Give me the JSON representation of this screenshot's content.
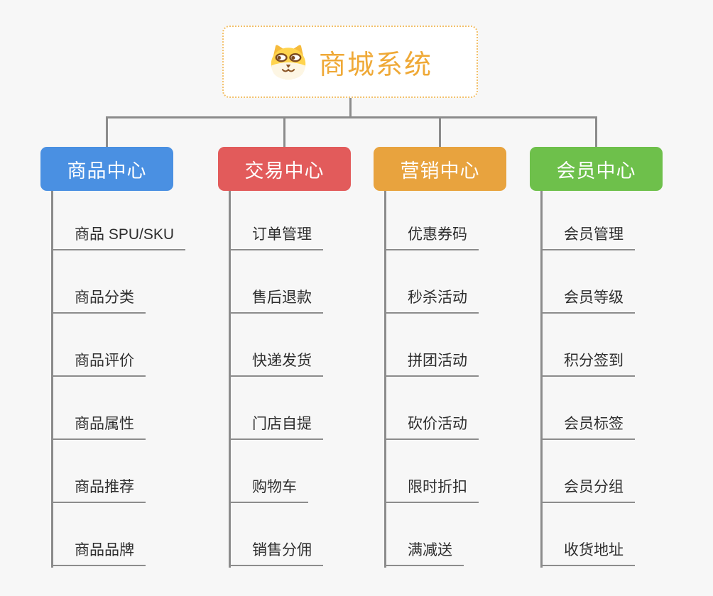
{
  "canvas": {
    "background_color": "#F7F7F7",
    "connector_color": "#8C8C8C"
  },
  "root": {
    "title": "商城系统",
    "icon": "shiba-dog-icon",
    "title_color": "#EFA937",
    "border_color": "#F2C06A"
  },
  "branches": [
    {
      "label": "商品中心",
      "color": "#4A90E2",
      "children": [
        "商品 SPU/SKU",
        "商品分类",
        "商品评价",
        "商品属性",
        "商品推荐",
        "商品品牌"
      ]
    },
    {
      "label": "交易中心",
      "color": "#E25B5B",
      "children": [
        "订单管理",
        "售后退款",
        "快递发货",
        "门店自提",
        "购物车",
        "销售分佣"
      ]
    },
    {
      "label": "营销中心",
      "color": "#E8A33E",
      "children": [
        "优惠券码",
        "秒杀活动",
        "拼团活动",
        "砍价活动",
        "限时折扣",
        "满减送"
      ]
    },
    {
      "label": "会员中心",
      "color": "#6EC04B",
      "children": [
        "会员管理",
        "会员等级",
        "积分签到",
        "会员标签",
        "会员分组",
        "收货地址"
      ]
    }
  ]
}
